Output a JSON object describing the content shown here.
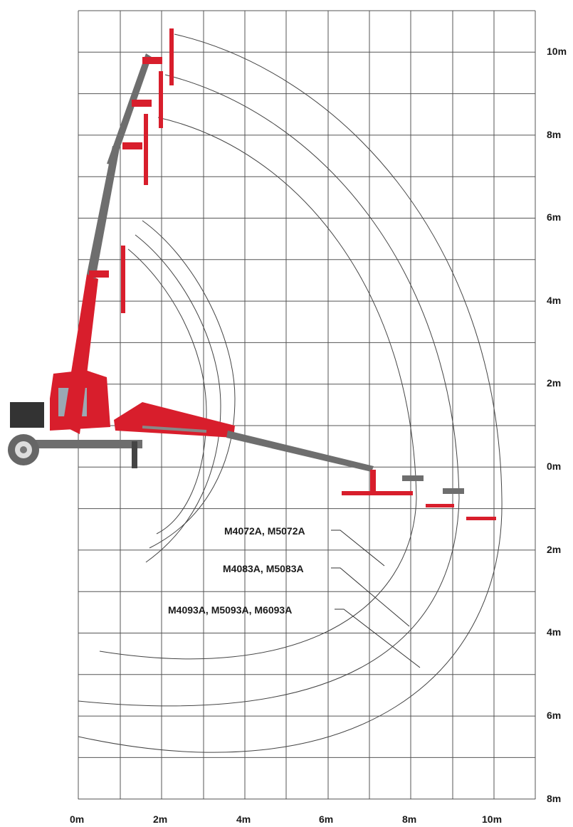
{
  "right_axis_labels": [
    "10m",
    "8m",
    "6m",
    "4m",
    "2m",
    "0m",
    "2m",
    "4m",
    "6m",
    "8m"
  ],
  "bottom_axis_labels": [
    "0m",
    "2m",
    "4m",
    "6m",
    "8m",
    "10m"
  ],
  "models": [
    {
      "label": "M4072A, M5072A"
    },
    {
      "label": "M4083A, M5083A"
    },
    {
      "label": "M4093A, M5093A, M6093A"
    }
  ],
  "colors": {
    "machine_red": "#d81e2c",
    "boom_grey": "#6e6e6e",
    "grid": "#555555"
  },
  "icons": [
    "telehandler-machine-icon",
    "tine-fork-attachment-icon"
  ]
}
